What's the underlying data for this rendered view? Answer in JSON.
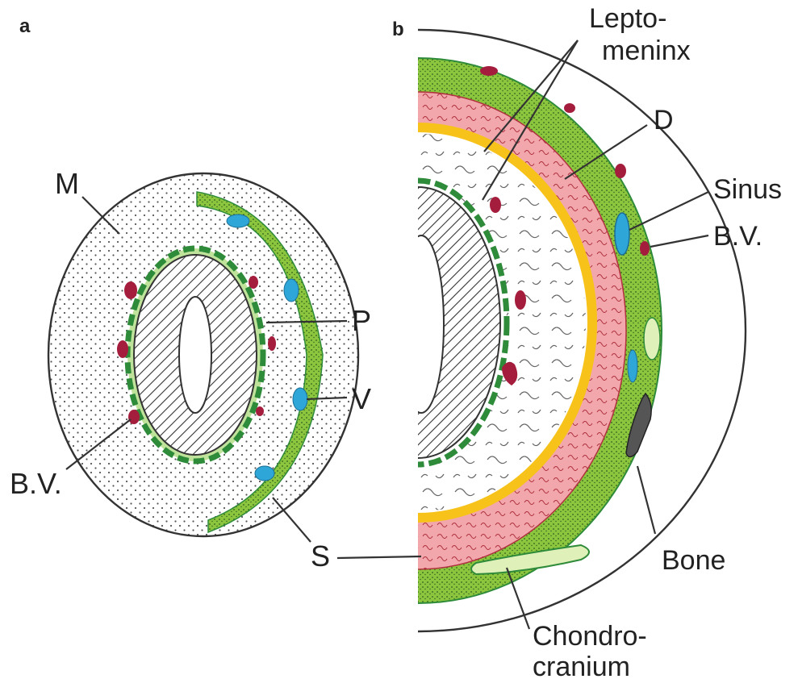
{
  "colors": {
    "green": "#8cc63f",
    "dark_green": "#2e8b3a",
    "pink": "#f2a7ad",
    "yellow": "#f7c21a",
    "red": "#a41d3c",
    "blue": "#2fa6d8",
    "ink": "#222222"
  },
  "panel_a": {
    "letter": "a",
    "labels": {
      "M": "M",
      "P": "P",
      "V": "V",
      "BV": "B.V.",
      "S": "S"
    }
  },
  "panel_b": {
    "letter": "b",
    "labels": {
      "lepto_1": "Lepto-",
      "lepto_2": "meninx",
      "D": "D",
      "sinus": "Sinus",
      "BV": "B.V.",
      "bone": "Bone",
      "chondro_1": "Chondro-",
      "chondro_2": "cranium"
    }
  }
}
